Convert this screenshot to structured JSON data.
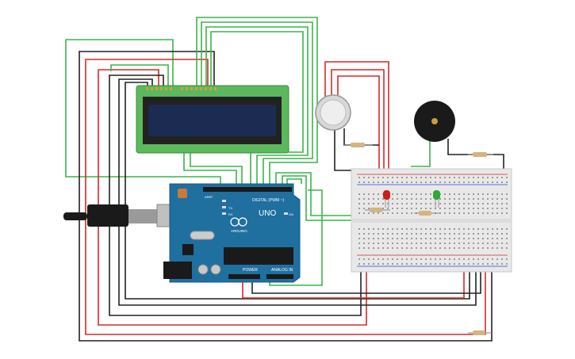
{
  "arduino": {
    "brand": "ARDUINO",
    "model": "UNO",
    "digital_label": "DIGITAL (PWM ~)",
    "power_label": "POWER",
    "analog_label": "ANALOG IN",
    "tx_label": "TX",
    "rx_label": "RX",
    "on_label": "ON",
    "l_label": "L",
    "aref_label": "AREF",
    "gnd_label": "GND"
  },
  "colors": {
    "wire_green": "#3cb44b",
    "wire_red": "#d42a2a",
    "wire_black": "#222222",
    "board_blue": "#1f6f9f",
    "lcd_green": "#5cb85c",
    "lcd_screen": "#1c2b52",
    "led_red": "#c81e1e",
    "led_green": "#2ea83a",
    "breadboard": "#e8e8e8"
  },
  "components": [
    "lcd-16x2",
    "arduino-uno",
    "breadboard",
    "gas-sensor",
    "piezo-buzzer",
    "red-led",
    "green-led",
    "resistors",
    "usb-cable"
  ]
}
